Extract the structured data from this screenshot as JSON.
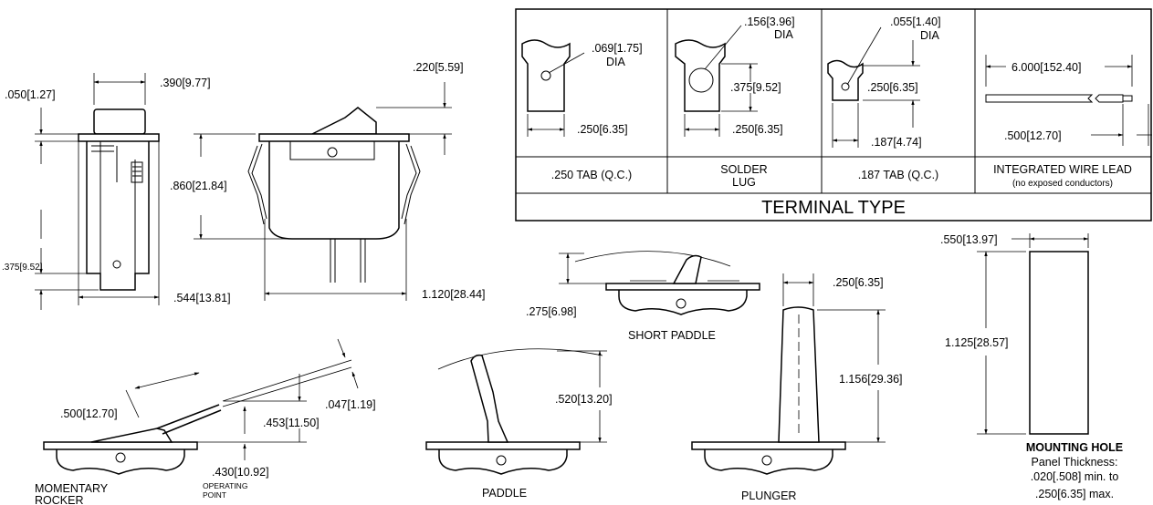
{
  "side_view": {
    "width_top": ".390[9.77]",
    "step_height": ".050[1.27]",
    "tab_length": ".375[9.52]",
    "overall_width": ".544[13.81]"
  },
  "front_view": {
    "actuator_rise": ".220[5.59]",
    "body_height": ".860[21.84]",
    "overall_length": "1.120[28.44]"
  },
  "terminal_table": {
    "title": "TERMINAL TYPE",
    "types": [
      {
        "name_lines": [
          ".250 TAB (Q.C.)"
        ],
        "hole": ".069[1.75]",
        "hole_sub": "DIA",
        "width": ".250[6.35]"
      },
      {
        "name_lines": [
          "SOLDER",
          "LUG"
        ],
        "hole": ".156[3.96]",
        "hole_sub": "DIA",
        "length": ".375[9.52]",
        "width": ".250[6.35]"
      },
      {
        "name_lines": [
          ".187 TAB (Q.C.)"
        ],
        "hole": ".055[1.40]",
        "hole_sub": "DIA",
        "length": ".250[6.35]",
        "width": ".187[4.74]"
      },
      {
        "name_lines": [
          "INTEGRATED WIRE LEAD",
          "(no exposed conductors)"
        ],
        "lead_length": "6.000[152.40]",
        "strip": ".500[12.70]"
      }
    ]
  },
  "momentary_rocker": {
    "title_lines": [
      "MOMENTARY",
      "ROCKER"
    ],
    "rocker_length": ".500[12.70]",
    "travel": ".047[1.19]",
    "height": ".453[11.50]",
    "op_point": ".430[10.92]",
    "op_label_lines": [
      "OPERATING",
      "POINT"
    ]
  },
  "paddle": {
    "title": "PADDLE",
    "height": ".520[13.20]"
  },
  "short_paddle": {
    "title": "SHORT PADDLE",
    "height": ".275[6.98]"
  },
  "plunger": {
    "title": "PLUNGER",
    "width": ".250[6.35]",
    "height": "1.156[29.36]"
  },
  "mounting_hole": {
    "width": ".550[13.97]",
    "height": "1.125[28.57]",
    "title": "MOUNTING HOLE",
    "notes": [
      "Panel Thickness:",
      ".020[.508] min. to",
      ".250[6.35] max."
    ]
  }
}
